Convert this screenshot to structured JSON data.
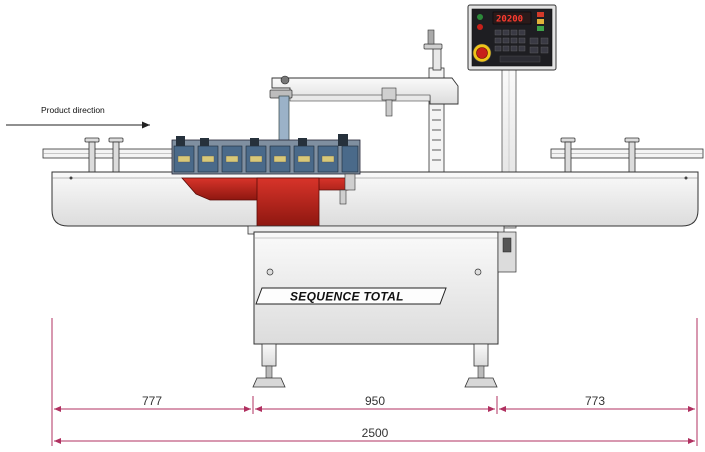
{
  "labels": {
    "product_direction": "Product direction",
    "machine_name": "SEQUENCE TOTAL",
    "display_readout": "20200"
  },
  "dimensions": {
    "left_section": "777",
    "center_section": "950",
    "right_section": "773",
    "total_length": "2500"
  },
  "colors": {
    "dimension_line": "#b03060",
    "applicator_red": "#c0231a",
    "frame_steel": "#f2f2f2",
    "outline": "#333333",
    "bottle_blue": "#4a6a8a",
    "lcd_background": "#2a1a1a",
    "lcd_text": "#ff3b2f",
    "estop_yellow": "#f0c419",
    "estop_red": "#c8201a"
  }
}
